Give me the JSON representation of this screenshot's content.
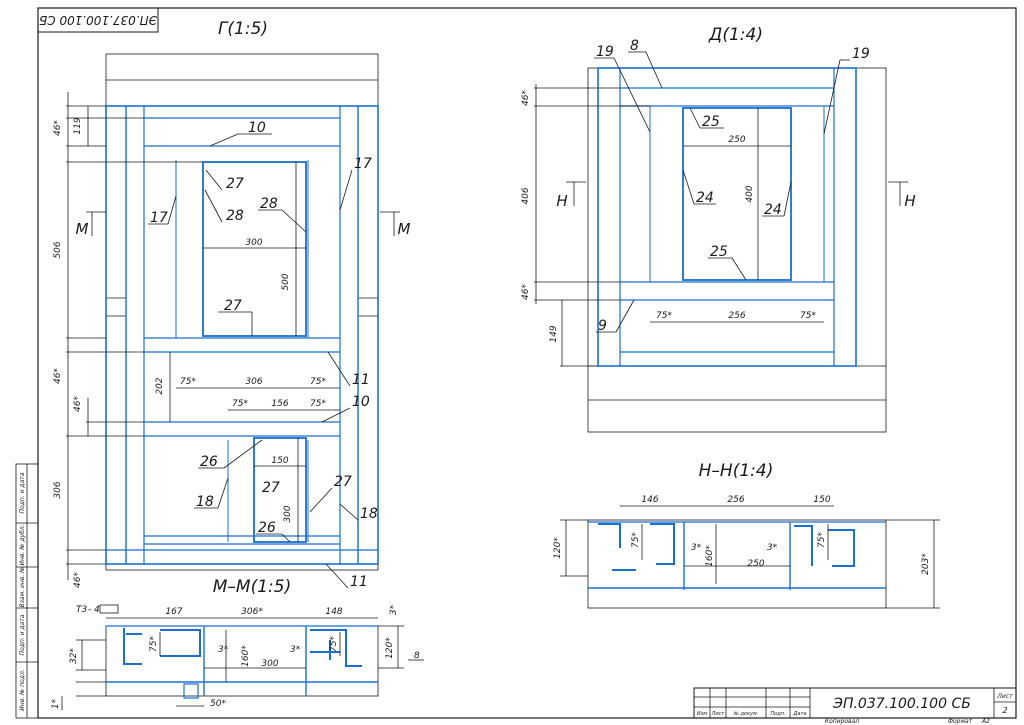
{
  "stamp": {
    "code": "ЭП.037.100.100 СБ",
    "rotated_code": "ЭП.037.100.100 СБ",
    "sheet_label": "Лист",
    "sheet_no": "2",
    "cols": [
      "Изм",
      "Лист",
      "№ докум.",
      "Подп.",
      "Дата"
    ],
    "copied": "Копировал",
    "format_label": "Формат",
    "format": "А2"
  },
  "side_labels": [
    "Инв. № подл.",
    "Подп. и дата",
    "Взам. инв. №",
    "Инв. № дубл.",
    "Подп. и дата"
  ],
  "views": {
    "g": {
      "title": "Г(1:5)",
      "section": "М",
      "dims": [
        "46*",
        "119",
        "506",
        "46*",
        "202",
        "46*",
        "306",
        "46*",
        "300",
        "500",
        "75*",
        "306",
        "75*",
        "75*",
        "156",
        "75*",
        "150",
        "300"
      ],
      "labels": [
        "10",
        "17",
        "17",
        "27",
        "28",
        "28",
        "27",
        "11",
        "10",
        "26",
        "27",
        "18",
        "27",
        "18",
        "26",
        "11"
      ]
    },
    "d": {
      "title": "Д(1:4)",
      "section": "Н",
      "dims": [
        "46*",
        "406",
        "46*",
        "149",
        "250",
        "400",
        "75*",
        "256",
        "75*"
      ],
      "labels": [
        "19",
        "8",
        "19",
        "25",
        "24",
        "24",
        "25",
        "9"
      ]
    },
    "mm": {
      "title": "М–М(1:5)",
      "note": "Т3–",
      "note_num": "4",
      "dims": [
        "167",
        "306*",
        "148",
        "75*",
        "3*",
        "160*",
        "300",
        "3*",
        "75*",
        "120*",
        "32*",
        "1*",
        "50*",
        "3*",
        "8"
      ]
    },
    "nn": {
      "title": "Н–Н(1:4)",
      "dims": [
        "146",
        "256",
        "150",
        "120*",
        "75*",
        "3*",
        "160*",
        "3*",
        "250",
        "75*",
        "203*"
      ]
    }
  }
}
